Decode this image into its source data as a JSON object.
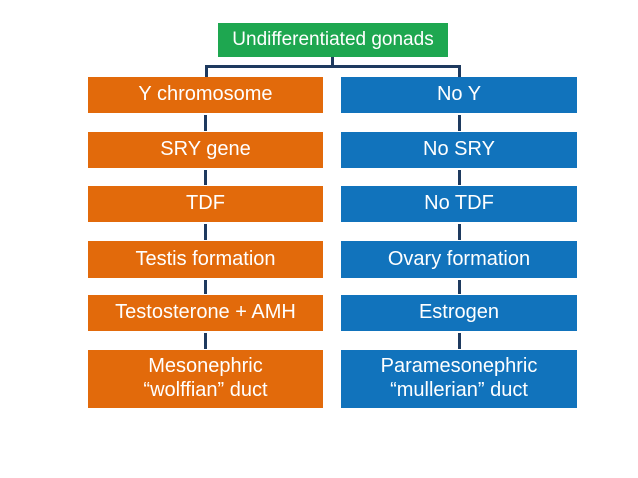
{
  "diagram": {
    "background": "#FFFFFF",
    "text_color": "#FFFFFF",
    "connector_color": "#1E3A5F",
    "root": {
      "label": "Undifferentiated gonads",
      "color": "#1EA750"
    },
    "columns": {
      "left": {
        "pathway": "male-determination",
        "color": "#E26A0B",
        "nodes": [
          "Y chromosome",
          "SRY gene",
          "TDF",
          "Testis formation",
          "Testosterone + AMH",
          "Mesonephric\n“wolffian” duct"
        ]
      },
      "right": {
        "pathway": "female-determination",
        "color": "#1173BC",
        "nodes": [
          "No Y",
          "No SRY",
          "No TDF",
          "Ovary formation",
          "Estrogen",
          "Paramesonephric\n“mullerian” duct"
        ]
      }
    }
  }
}
